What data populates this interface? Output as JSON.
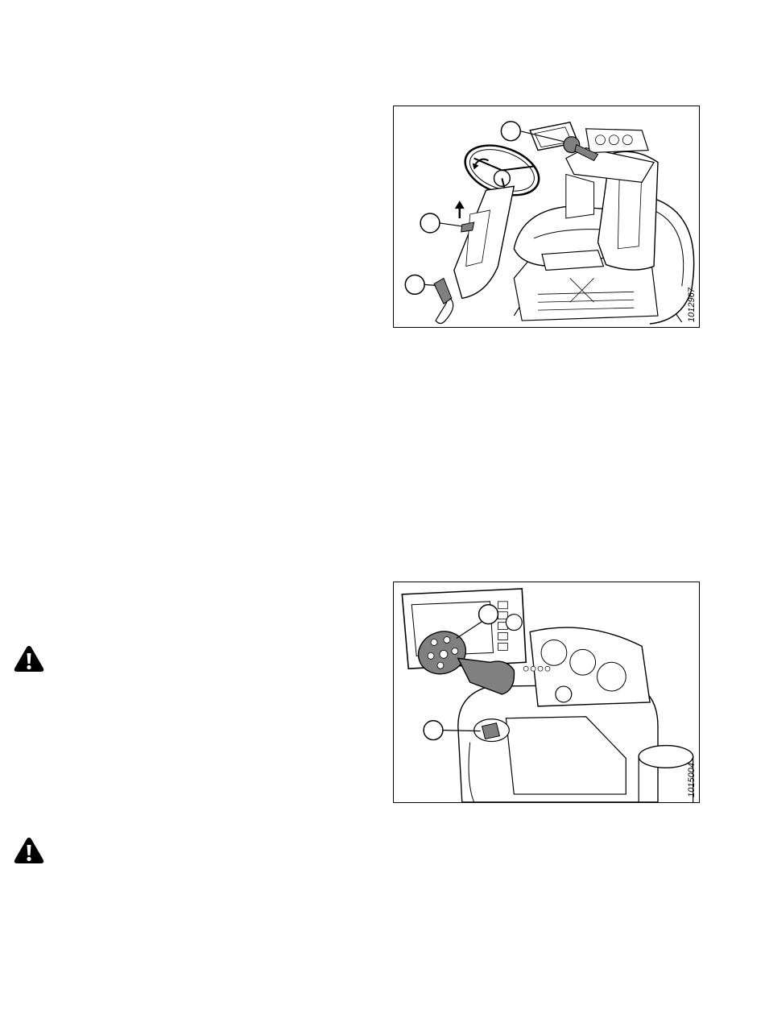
{
  "figures": [
    {
      "id_label": "1012967",
      "callouts": 3,
      "subject": "cab-steering-and-seat"
    },
    {
      "id_label": "1015004",
      "callouts": 2,
      "subject": "console-and-display"
    }
  ],
  "warnings": [
    {
      "icon": "warning-triangle-icon"
    },
    {
      "icon": "warning-triangle-icon"
    }
  ],
  "colors": {
    "line": "#000000",
    "shade": "#808080",
    "light": "#d9d9d9"
  }
}
